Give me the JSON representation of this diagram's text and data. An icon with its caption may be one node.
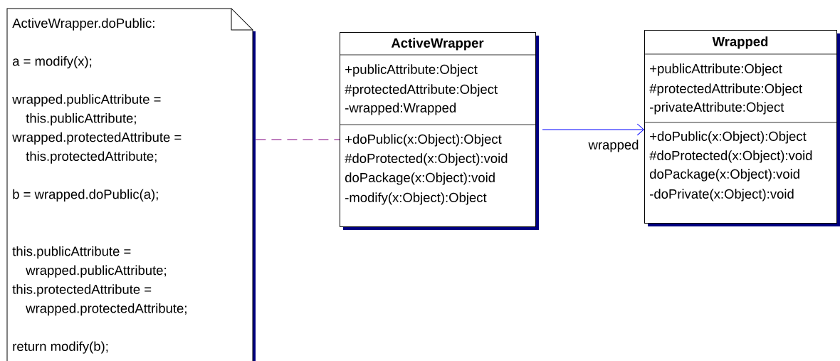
{
  "diagram": {
    "nodes": [
      {
        "text": [
          "ActiveWrapper.doPublic:",
          "a = modify(x);",
          "wrapped.publicAttribute = this.publicAttribute;",
          "wrapped.protectedAttribute = this.protectedAttribute;",
          "b = wrapped.doPublic(a);",
          "this.publicAttribute = wrapped.publicAttribute;",
          "this.protectedAttribute = wrapped.protectedAttribute;",
          "return modify(b);"
        ]
      },
      {
        "text": [
          "ActiveWrapper",
          "+publicAttribute:Object",
          "#protectedAttribute:Object",
          "-wrapped:Wrapped",
          "+doPublic(x:Object):Object",
          "#doProtected(x:Object):void",
          "doPackage(x:Object):void",
          "-modify(x:Object):Object"
        ]
      },
      {
        "text": [
          "Wrapped",
          "+publicAttribute:Object",
          "#protectedAttribute:Object",
          "-privateAttribute:Object",
          "+doPublic(x:Object):Object",
          "#doProtected(x:Object):void",
          "doPackage(x:Object):void",
          "-doPrivate(x:Object):void"
        ]
      }
    ],
    "edges": [
      {
        "from": 0,
        "to": 1,
        "arrow": "none",
        "style": "dashed",
        "color": "#800080"
      },
      {
        "from": 1,
        "to": 2,
        "arrow": "to",
        "label": "wrapped",
        "color": "#0000ff"
      }
    ]
  }
}
